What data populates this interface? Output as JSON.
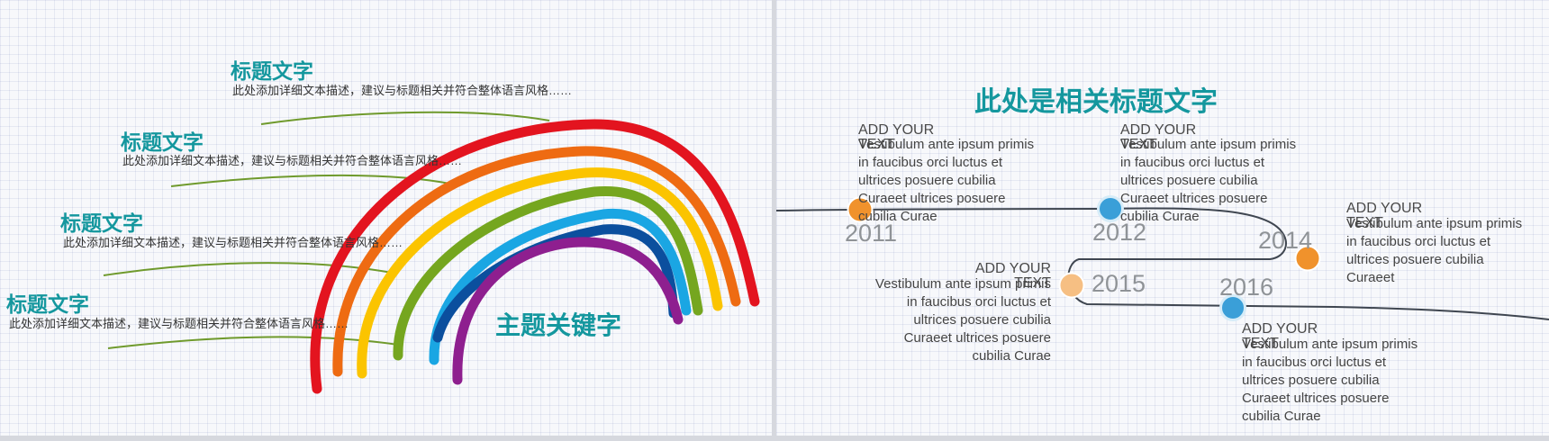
{
  "left_slide": {
    "items": [
      {
        "heading": "标题文字",
        "description": "此处添加详细文本描述，建议与标题相关并符合整体语言风格……"
      },
      {
        "heading": "标题文字",
        "description": "此处添加详细文本描述，建议与标题相关并符合整体语言风格……"
      },
      {
        "heading": "标题文字",
        "description": "此处添加详细文本描述，建议与标题相关并符合整体语言风格……"
      },
      {
        "heading": "标题文字",
        "description": "此处添加详细文本描述，建议与标题相关并符合整体语言风格……"
      }
    ],
    "keyword": "主题关键字",
    "rainbow_colors": [
      "#e3141f",
      "#ee6b12",
      "#fbc400",
      "#75a61f",
      "#1aa6e3",
      "#0b4f9e",
      "#8e1f8f"
    ],
    "leader_line_color": "#6f9a2c"
  },
  "right_slide": {
    "title": "此处是相关标题文字",
    "events": [
      {
        "label": "ADD YOUR TEXT",
        "body": "Vestibulum ante ipsum primis in faucibus orci luctus et ultrices posuere cubilia Curaeet ultrices posuere cubilia Curae",
        "year": "2011",
        "marker_color": "#f0922c"
      },
      {
        "label": "ADD YOUR TEXT",
        "body": "Vestibulum ante ipsum primis in faucibus orci luctus et ultrices posuere cubilia Curaeet ultrices posuere cubilia Curae",
        "year": "2012",
        "marker_color": "#3a9fd8"
      },
      {
        "label": "ADD YOUR TEXT",
        "body": "Vestibulum ante ipsum primis in faucibus orci luctus et ultrices posuere cubilia Curaeet",
        "year": "2014",
        "marker_color": "#f0922c"
      },
      {
        "label": "ADD YOUR TEXT",
        "body": "Vestibulum ante ipsum primis in faucibus orci luctus et ultrices posuere cubilia Curaeet ultrices posuere cubilia Curae",
        "year": "2015",
        "marker_color": "#f6bf83"
      },
      {
        "label": "ADD YOUR TEXT",
        "body": "Vestibulum ante ipsum primis in faucibus orci luctus et ultrices posuere cubilia Curaeet ultrices posuere cubilia Curae",
        "year": "2016",
        "marker_color": "#3a9fd8"
      }
    ]
  }
}
